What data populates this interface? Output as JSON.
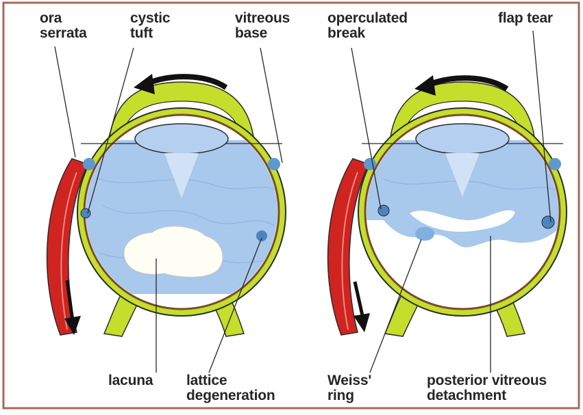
{
  "colors": {
    "frame": "#a5695a",
    "sclera": "#c4de2c",
    "outline": "#2b2b2b",
    "vitreous": "#a8c8ec",
    "lens": "#b4cff0",
    "muscle": "#cf2420",
    "choroid": "#7a4a2c",
    "lacuna": "#fffef5"
  },
  "labels": {
    "ora_serrata": "ora\nserrata",
    "cystic_tuft": "cystic\ntuft",
    "vitreous_base": "vitreous\nbase",
    "lacuna": "lacuna",
    "lattice_degeneration": "lattice\ndegeneration",
    "operculated_break": "operculated\nbreak",
    "flap_tear": "flap tear",
    "weiss_ring": "Weiss'\nring",
    "posterior_vitreous_detachment": "posterior vitreous\ndetachment"
  }
}
